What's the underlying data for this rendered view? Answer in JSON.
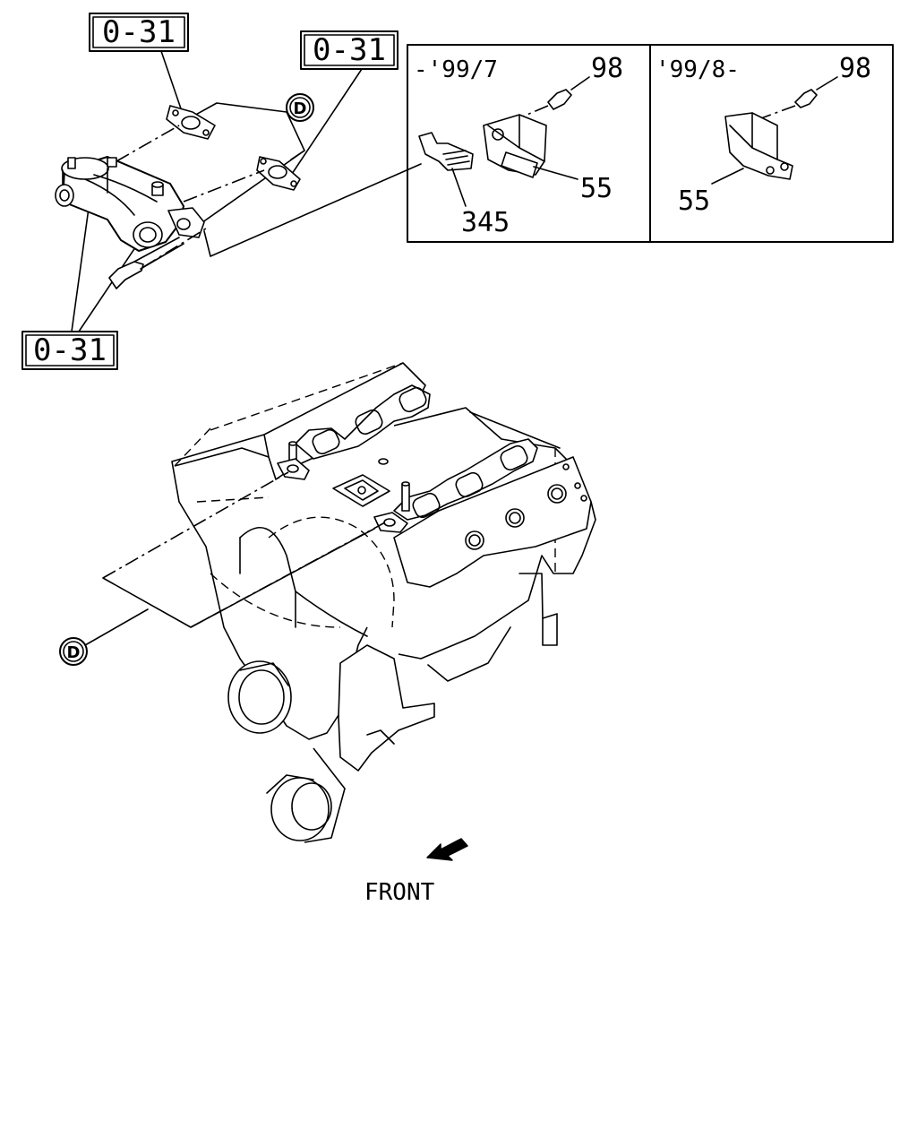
{
  "references": {
    "top_left": "0-31",
    "top_right": "0-31",
    "lower_left": "0-31"
  },
  "markers": {
    "upper": "D",
    "lower": "D"
  },
  "inset": {
    "left_period": "-'99/7",
    "right_period": "'99/8-",
    "left_bolt_part": "98",
    "left_bracket_part": "345",
    "left_unit_part": "55",
    "right_bolt_part": "98",
    "right_unit_part": "55"
  },
  "direction_label": "FRONT",
  "icons": {
    "front_arrow": "front-arrow-icon"
  }
}
